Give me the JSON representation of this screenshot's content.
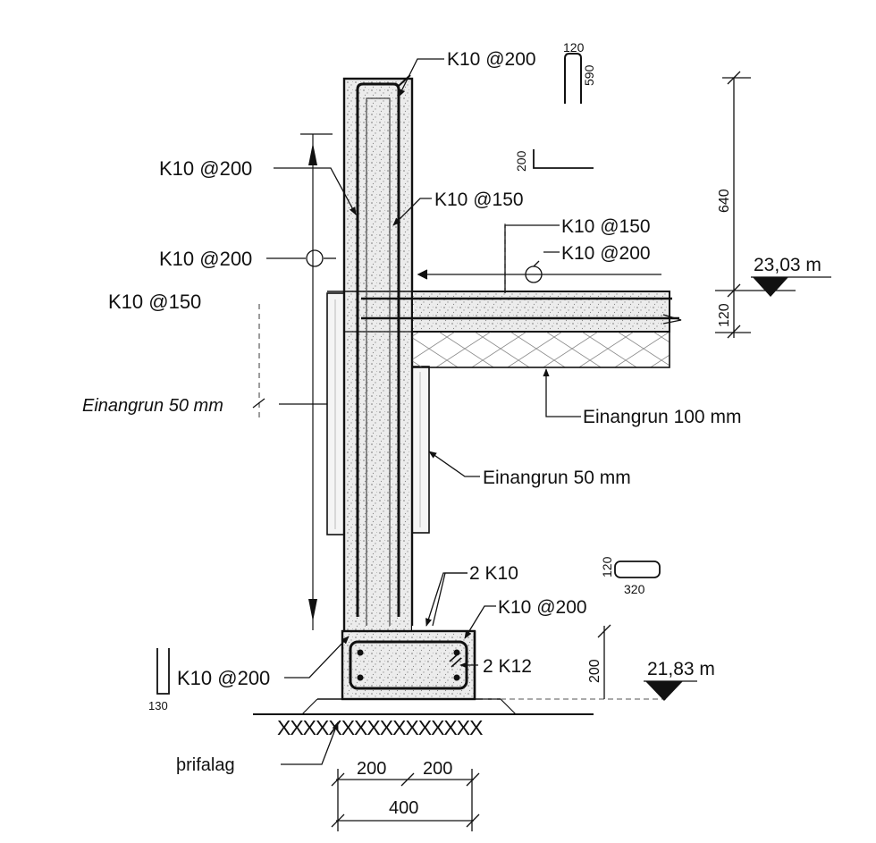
{
  "labels": {
    "top_bar": "K10 @200",
    "top_dim_120": "120",
    "top_dim_590": "590",
    "wall_left_upper": "K10 @200",
    "wall_inner_150": "K10 @150",
    "bend_200": "200",
    "slab_150": "K10 @150",
    "slab_200": "K10 @200",
    "wall_left_mid": "K10 @200",
    "wall_left_150": "K10 @150",
    "dim_640": "640",
    "level_top": "23,03 m",
    "dim_120_slab": "120",
    "insul_left": "Einangrun 50 mm",
    "insul_slab": "Einangrun 100 mm",
    "insul_right": "Einangrun 50 mm",
    "footing_2k10": "2 K10",
    "stirrup_120": "120",
    "stirrup_320": "320",
    "footing_k10": "K10 @200",
    "footing_2k12": "2 K12",
    "dim_200_footing": "200",
    "level_bottom": "21,83 m",
    "footing_left": "K10 @200",
    "bar_130": "130",
    "brifalag": "þrifalag",
    "dim_200_a": "200",
    "dim_200_b": "200",
    "dim_400": "400",
    "ground_hatch": "XXXXXXXXXXXXXXXX"
  },
  "colors": {
    "ink": "#111111",
    "concrete": "#e9e9e9",
    "insulation": "#f4f4f4",
    "paper": "#ffffff"
  }
}
